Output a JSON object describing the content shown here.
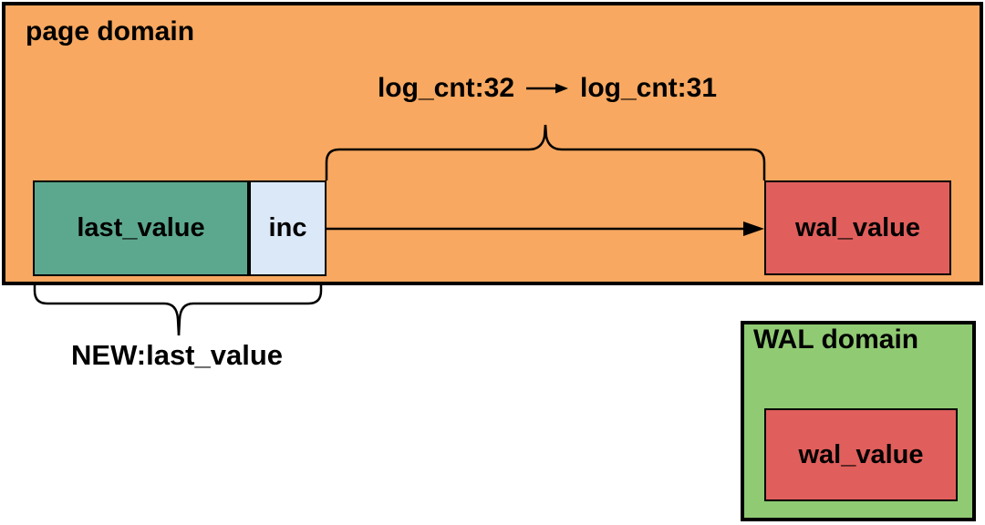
{
  "diagram": {
    "page_domain": {
      "title": "page domain",
      "last_value": {
        "label": "last_value"
      },
      "inc": {
        "label": "inc"
      },
      "wal_value": {
        "label": "wal_value"
      },
      "log_transition": {
        "from": "log_cnt:32",
        "to": "log_cnt:31",
        "arrow_icon": "arrow-right"
      },
      "new_annotation": {
        "label": "NEW:last_value"
      }
    },
    "wal_domain": {
      "title": "WAL domain",
      "wal_value": {
        "label": "wal_value"
      }
    }
  },
  "colors": {
    "background": "#FFFFFF",
    "page_domain_fill": "#F8A860",
    "last_value_fill": "#5CA88F",
    "inc_fill": "#DBE8F8",
    "wal_value_fill": "#E05F5C",
    "wal_domain_fill": "#90CA73",
    "line": "#000000",
    "text": "#000000"
  }
}
